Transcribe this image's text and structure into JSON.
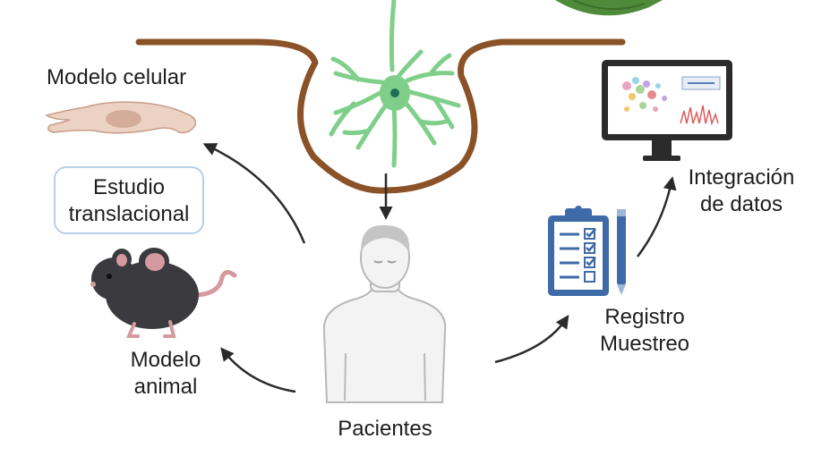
{
  "labels": {
    "cell_model": "Modelo celular",
    "translational_study_line1": "Estudio",
    "translational_study_line2": "translacional",
    "animal_model_line1": "Modelo",
    "animal_model_line2": "animal",
    "patients": "Pacientes",
    "registry_line1": "Registro",
    "registry_line2": "Muestreo",
    "data_integration_line1": "Integración",
    "data_integration_line2": "de datos"
  },
  "icons": {
    "neuron": "neuron-icon",
    "cell": "fibroblast-cell-icon",
    "mouse": "mouse-icon",
    "patient": "human-figure-icon",
    "clipboard": "checklist-clipboard-icon",
    "pen": "pen-icon",
    "monitor": "computer-monitor-icon",
    "leaf": "leaf-icon"
  },
  "colors": {
    "soil_line": "#8a5226",
    "neuron": "#7fcf8a",
    "neuron_nucleus": "#1d6e58",
    "cell": "#ecd2c2",
    "mouse": "#3b3a3e",
    "clipboard": "#3f6aa8",
    "arrow": "#2a2a2a",
    "box_border": "#b9cfe6",
    "leaf": "#4e8a3a"
  }
}
